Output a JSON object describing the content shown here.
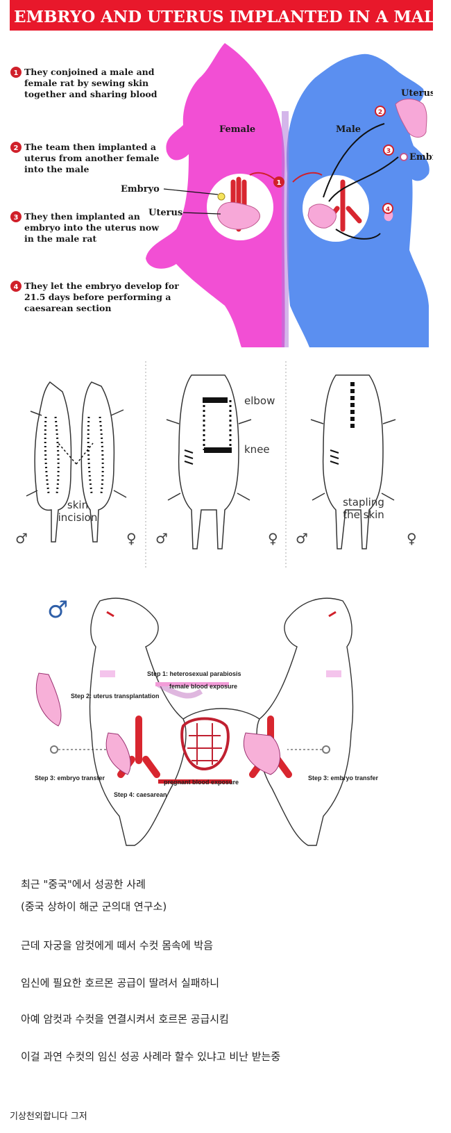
{
  "infographic": {
    "banner": "EMBRYO AND UTERUS IMPLANTED IN A MALE RAT IN CHINA",
    "steps": [
      {
        "num": "1",
        "lines": [
          "They conjoined a male and",
          "female rat by sewing skin",
          "together and sharing blood"
        ]
      },
      {
        "num": "2",
        "lines": [
          "The team then implanted a",
          "uterus from another female",
          "into the male"
        ]
      },
      {
        "num": "3",
        "lines": [
          "They then implanted an",
          "embryo into the uterus now",
          "in the male rat"
        ]
      },
      {
        "num": "4",
        "lines": [
          "They let the embryo develop for",
          "21.5 days before performing a",
          "caesarean section"
        ]
      }
    ],
    "female_label": "Female",
    "male_label": "Male",
    "embryo_label": "Embryo",
    "uterus_label": "Uterus",
    "uterus_right_label": "Uterus",
    "embryo_right_label": "Embryo",
    "marker_1": "1",
    "marker_2": "2",
    "marker_3": "3",
    "marker_4": "4",
    "colors": {
      "banner": "#e8182b",
      "female": "#f24fd4",
      "male": "#5b8ff0",
      "marker": "#d0202a",
      "vessel": "#d8262f"
    }
  },
  "procedure": {
    "skin_incision": [
      "skin",
      "incision"
    ],
    "elbow": "elbow",
    "knee": "knee",
    "stapling": [
      "stapling",
      "the skin"
    ],
    "male_symbol": "♂",
    "female_symbol": "♀"
  },
  "parabiosis": {
    "male_symbol": "♂",
    "female_symbol": "♀",
    "step1": "Step 1: heterosexual parabiosis",
    "female_blood": "female blood exposure",
    "step2": "Step 2: uterus transplantation",
    "step3_left": "Step 3: embryo transfer",
    "step3_right": "Step 3: embryo transfer",
    "step4": "Step 4: caesarean",
    "pregnant_blood": "pregnant blood exposure"
  },
  "post": {
    "line1": "최근 \"중국\"에서 성공한 사례",
    "line2": "(중국 상하이 해군 군의대 연구소)",
    "line3": "근데 자궁을 암컷에게 떼서 수컷 몸속에 박음",
    "line4": "임신에 필요한 호르몬 공급이 딸려서 실패하니",
    "line5": "아예 암컷과 수컷을 연결시켜서 호르몬 공급시킴",
    "line6": "이걸 과연 수컷의 임신 성공 사례라 할수 있냐고 비난 받는중",
    "footer": "기상천외합니다 그저"
  }
}
